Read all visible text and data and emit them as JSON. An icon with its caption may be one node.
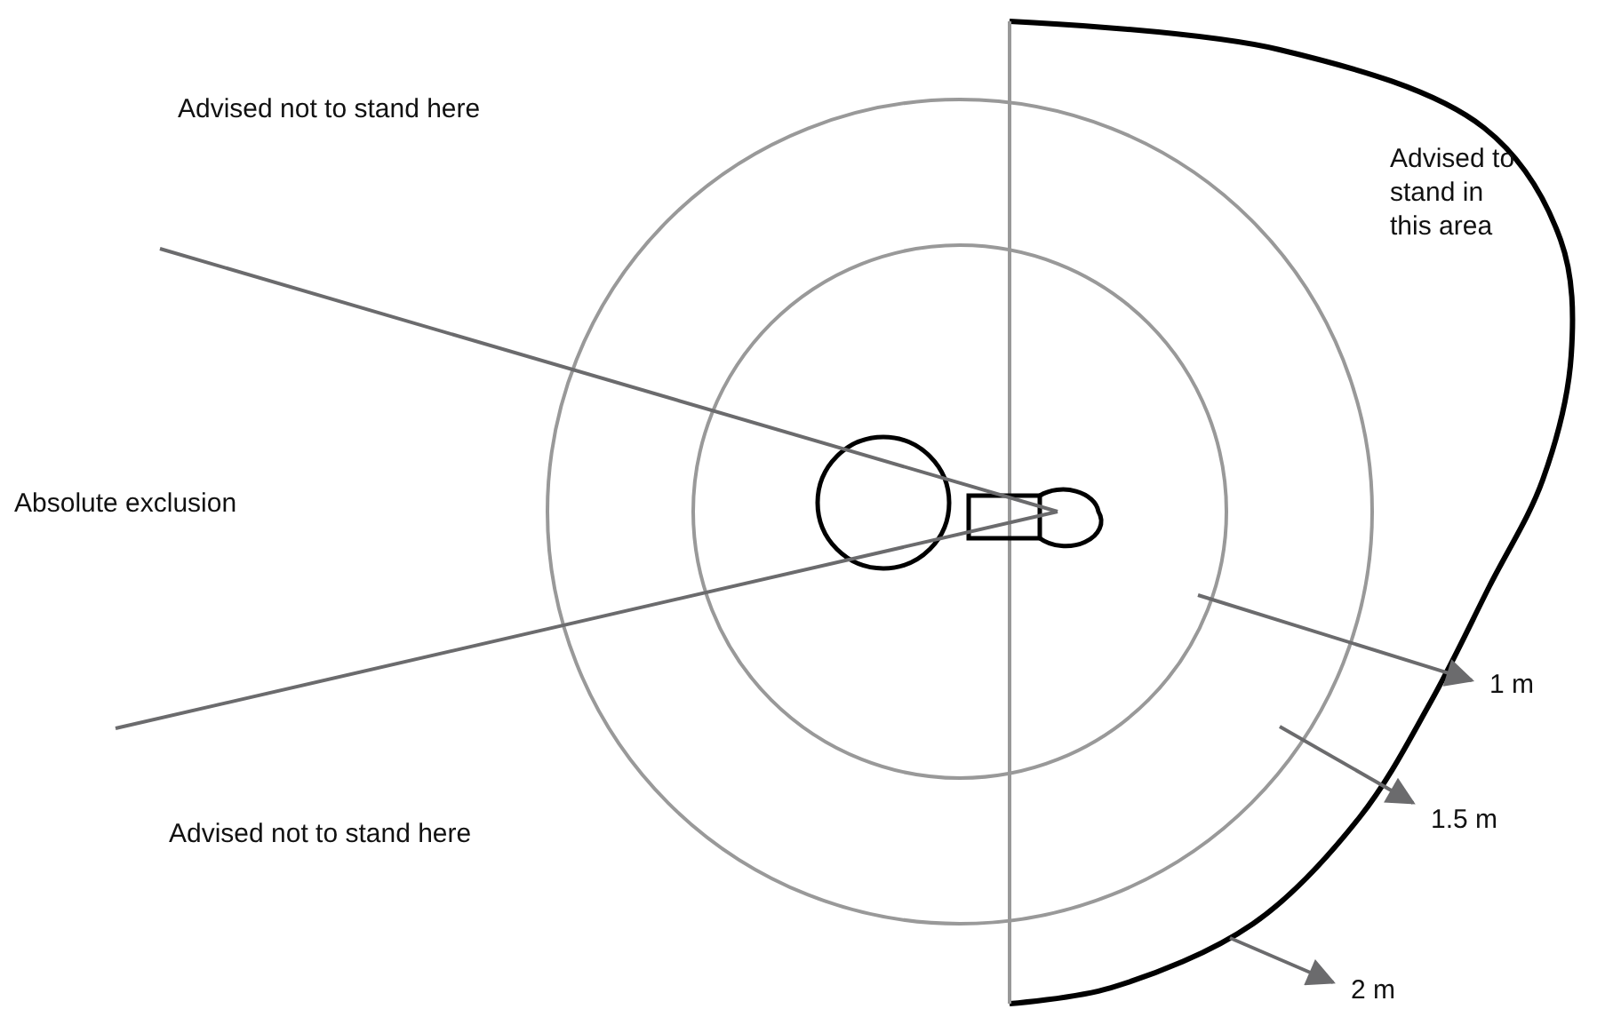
{
  "diagram": {
    "labels": [
      "Advised not to stand here",
      "Advised to stand in this area",
      "Absolute exclusion",
      "1 m",
      "1.5 m",
      "Advised not to stand here",
      "2 m"
    ]
  }
}
